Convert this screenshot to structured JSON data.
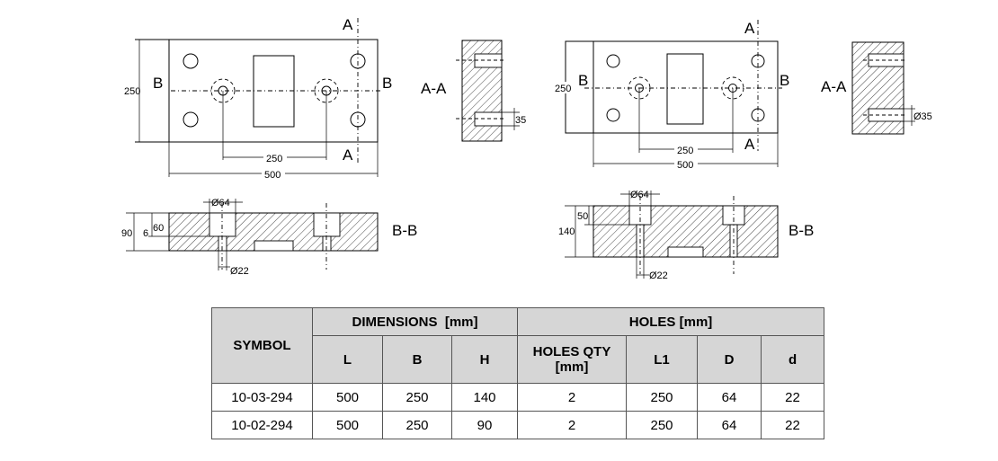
{
  "drawing": {
    "left_variant": {
      "plan": {
        "dim_height": "250",
        "dim_hole_spacing": "250",
        "dim_length": "500",
        "cut_aa": "A",
        "cut_bb": "B"
      },
      "section_aa": {
        "label": "A-A",
        "dim_hole": "35"
      },
      "section_bb": {
        "label": "B-B",
        "dim_counterbore": "Ø64",
        "dim_thru": "Ø22",
        "dim_total": "90",
        "dim_bore_depth": "60",
        "dim_small": "6"
      }
    },
    "right_variant": {
      "plan": {
        "dim_height": "250",
        "dim_hole_spacing": "250",
        "dim_length": "500",
        "cut_aa": "A",
        "cut_bb": "B"
      },
      "section_aa": {
        "label": "A-A",
        "dim_hole": "Ø35"
      },
      "section_bb": {
        "label": "B-B",
        "dim_counterbore": "Ø64",
        "dim_thru": "Ø22",
        "dim_total": "140",
        "dim_bore_depth": "50"
      }
    }
  },
  "table": {
    "header": {
      "symbol": "SYMBOL",
      "dimensions_group": "DIMENSIONS  [mm]",
      "holes_group": "HOLES [mm]",
      "columns": [
        "L",
        "B",
        "H",
        "HOLES QTY [mm]",
        "L1",
        "D",
        "d"
      ]
    },
    "rows": [
      [
        "10-03-294",
        "500",
        "250",
        "140",
        "2",
        "250",
        "64",
        "22"
      ],
      [
        "10-02-294",
        "500",
        "250",
        "90",
        "2",
        "250",
        "64",
        "22"
      ]
    ]
  }
}
